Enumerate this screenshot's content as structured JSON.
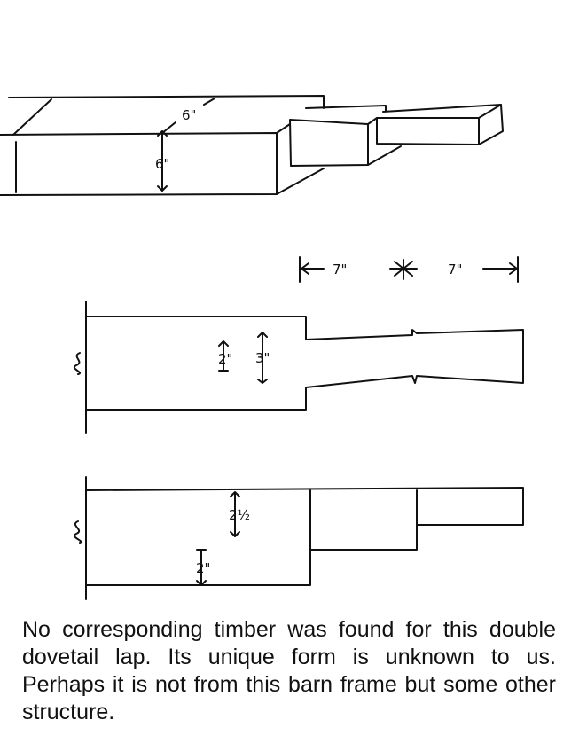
{
  "labels": {
    "top_width": "6\"",
    "top_height": "6\"",
    "dim_left": "7\"",
    "dim_right": "7\"",
    "mid_small": "2\"",
    "mid_large": "3\"",
    "bot_upper": "2½",
    "bot_lower": "2\""
  },
  "caption": "No corresponding timber was found for this double dovetail lap. Its unique form is unknown to us. Perhaps it is not from this barn frame but some other structure."
}
